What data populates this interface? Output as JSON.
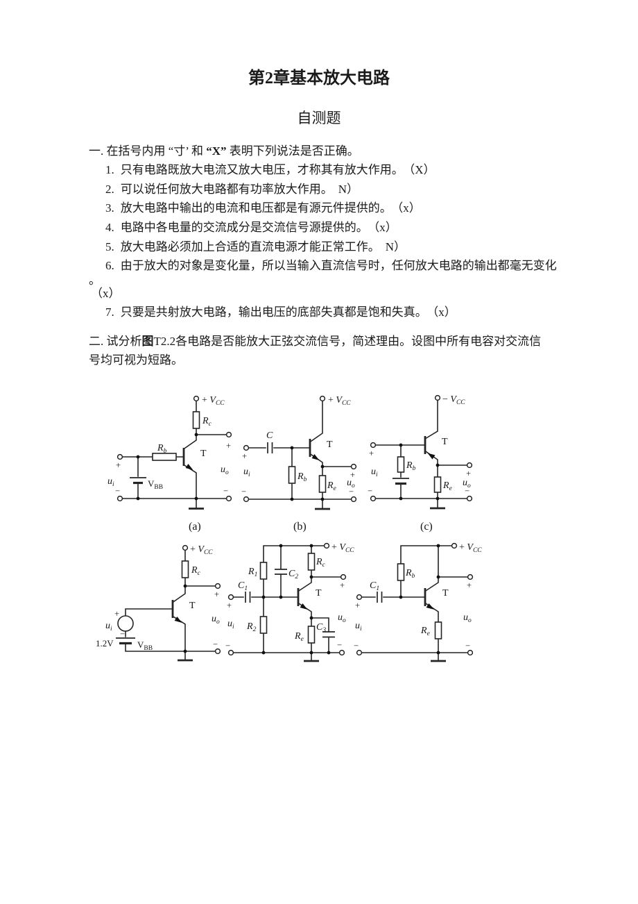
{
  "header": {
    "title": "第2章基本放大电路",
    "subtitle": "自测题"
  },
  "sec1": {
    "pre": "一. 在括号内用 “寸’ 和 ",
    "bold": "“X”",
    "post": " 表明下列说法是否正确。"
  },
  "items": [
    {
      "num": "1.",
      "text": "只有电路既放大电流又放大电压，才称其有放大作用。",
      "mark": "（X）"
    },
    {
      "num": "2.",
      "text": "可以说任何放大电路都有功率放大作用。",
      "mark": "N）"
    },
    {
      "num": "3.",
      "text": "放大电路中输出的电流和电压都是有源元件提供的。",
      "mark": "（x）"
    },
    {
      "num": "4.",
      "text": "电路中各电量的交流成分是交流信号源提供的。",
      "mark": "（x）"
    },
    {
      "num": "5.",
      "text": "放大电路必须加上合适的直流电源才能正常工作。",
      "mark": "N）"
    },
    {
      "num": "6.",
      "text": "由于放大的对象是变化量，所以当输入直流信号时，任何放大电路的输出都毫无变化"
    },
    {
      "num": "7.",
      "text": "只要是共射放大电路，输出电压的底部失真都是饱和失真。",
      "mark": "（x）"
    }
  ],
  "item6_tail": {
    "period": "。",
    "mark": "（x）"
  },
  "sec2": {
    "pre": "二. 试分析",
    "bold": "图",
    "post": "T2.2各电路是否能放大正弦交流信号，简述理由。设图中所有电容对交流信",
    "line2": "号均可视为短路。"
  },
  "labels": {
    "vcc_plus_pre": "+ ",
    "vcc_minus_pre": "− ",
    "v_main": "V",
    "vcc_sub": "CC",
    "r_main": "R",
    "sub_b": "b",
    "sub_c": "c",
    "sub_e": "e",
    "sub_1": "1",
    "sub_2": "2",
    "sub_3": "3",
    "c_main": "C",
    "u_main": "u",
    "sub_i": "i",
    "sub_o": "o",
    "vbb_main": "V",
    "vbb_sub": "BB",
    "t": "T",
    "plus": "+",
    "minus": "−",
    "v12": "1.2V",
    "cap_a": "(a)",
    "cap_b": "(b)",
    "cap_c": "(c)"
  },
  "colors": {
    "ink": "#1a1a1a",
    "paper": "#ffffff"
  }
}
